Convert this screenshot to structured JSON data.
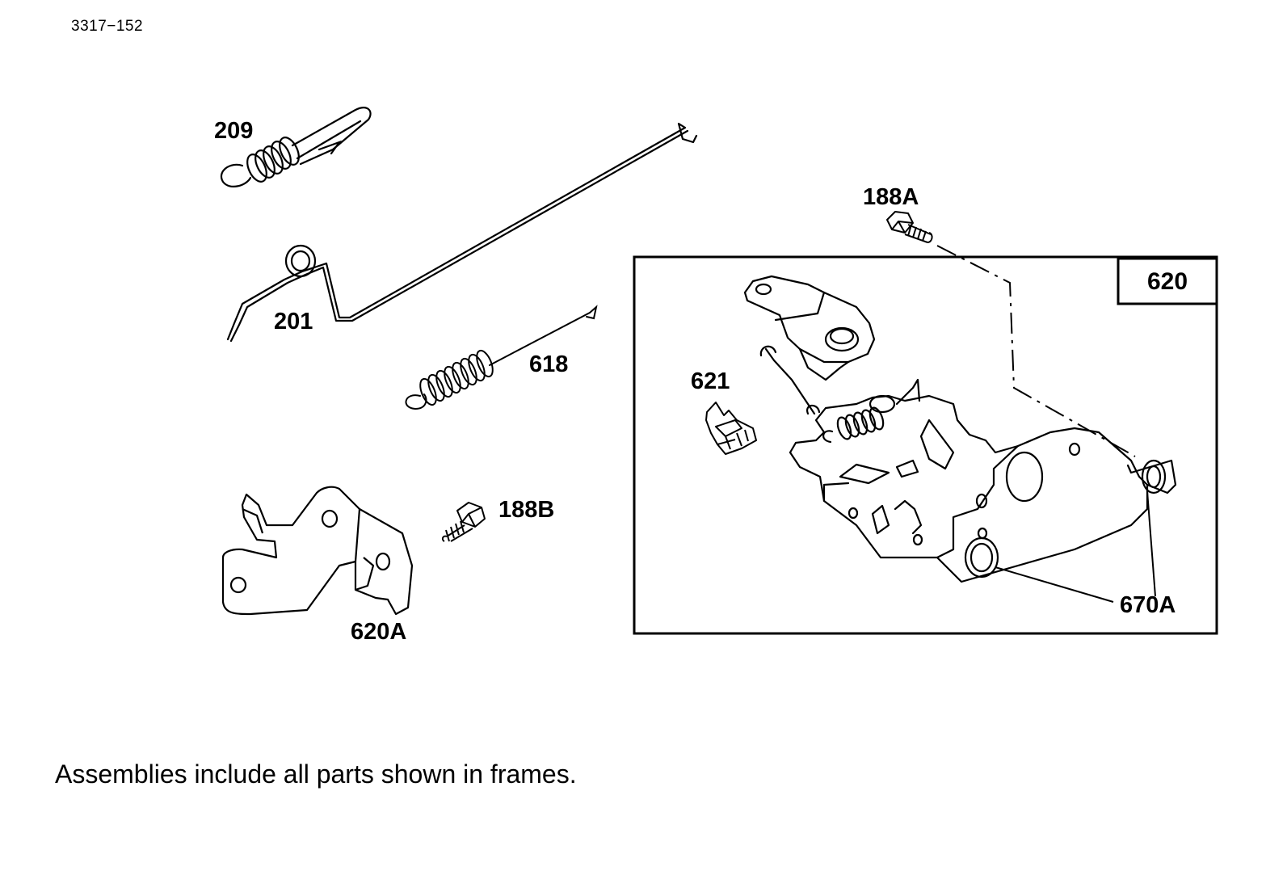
{
  "header": {
    "doc_id": "3317−152"
  },
  "callouts": {
    "p209": "209",
    "p201": "201",
    "p618": "618",
    "p188a": "188A",
    "p620": "620",
    "p621": "621",
    "p188b": "188B",
    "p620a": "620A",
    "p670a": "670A"
  },
  "footer": {
    "note": "Assemblies include all parts shown in frames."
  },
  "colors": {
    "ink": "#000000",
    "paper": "#ffffff"
  }
}
